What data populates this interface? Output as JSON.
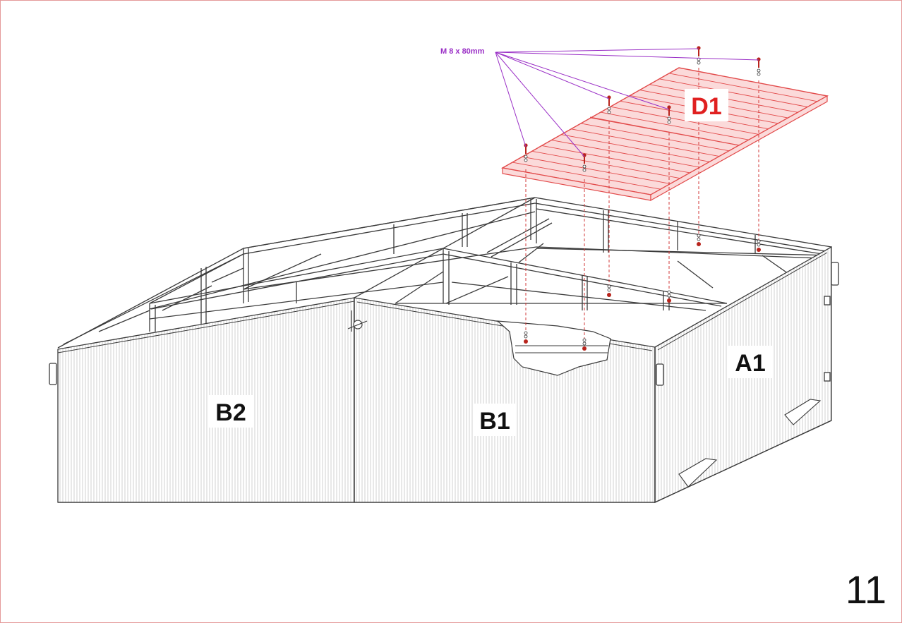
{
  "parts": {
    "panel_b2": "B2",
    "panel_b1": "B1",
    "panel_a1": "A1",
    "roof_panel": "D1"
  },
  "fastener_label": "M 8 x 80mm",
  "page_number": "11",
  "colors": {
    "line": "#3a3a3a",
    "roof_panel": "#e24a4a",
    "roof_fill": "#fbdada",
    "callout": "#9a2fc6",
    "bolt": "#b8241c",
    "guide": "#d23a3a"
  }
}
